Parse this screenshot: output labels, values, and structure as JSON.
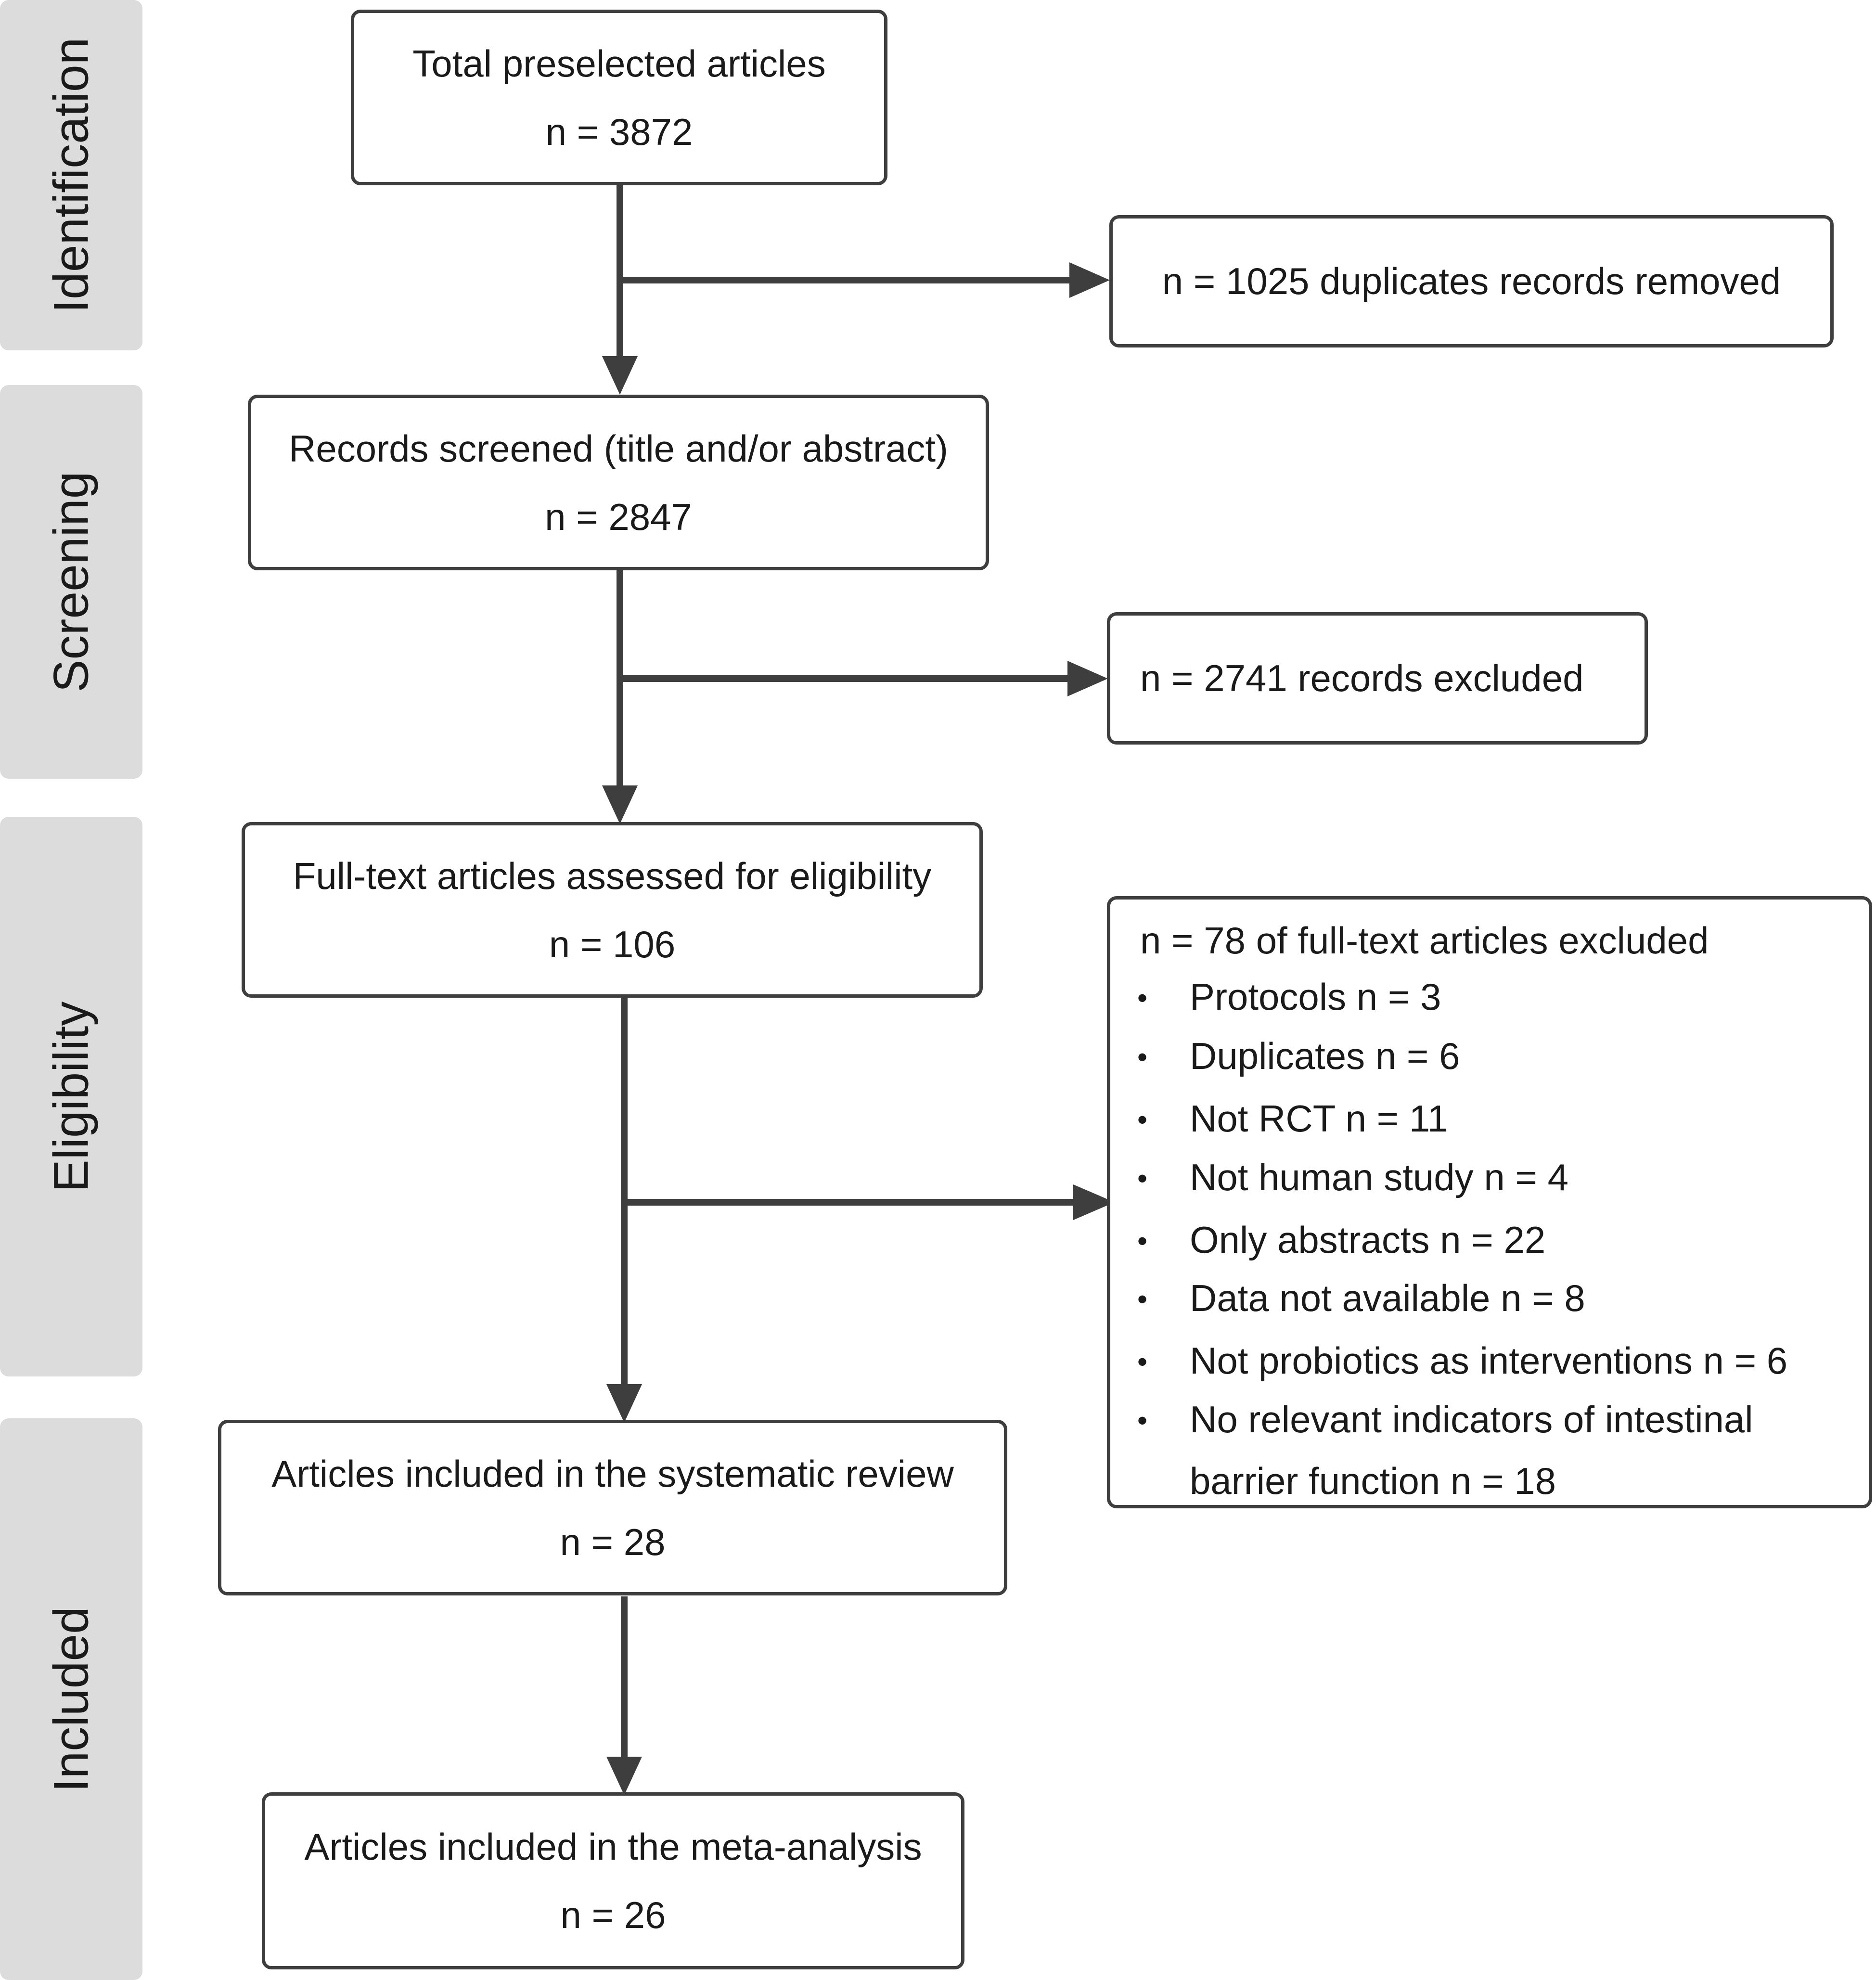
{
  "stages": {
    "identification": "Identification",
    "screening": "Screening",
    "eligibility": "Eligibility",
    "included": "Included"
  },
  "boxes": {
    "preselected": {
      "title": "Total preselected articles",
      "count": "n = 3872"
    },
    "screened": {
      "title": "Records screened (title and/or abstract)",
      "count": "n = 2847"
    },
    "fulltext": {
      "title": "Full-text articles assessed for eligibility",
      "count": "n = 106"
    },
    "systematic": {
      "title": "Articles included in the systematic review",
      "count": "n = 28"
    },
    "meta": {
      "title": "Articles included in the meta-analysis",
      "count": "n = 26"
    }
  },
  "side_boxes": {
    "duplicates": "n = 1025 duplicates records removed",
    "excluded_records": "n = 2741 records excluded",
    "excluded_fulltext": {
      "header": "n = 78 of  full-text articles excluded",
      "bullet_glyph": "•",
      "items": [
        "Protocols n = 3",
        "Duplicates n = 6",
        "Not RCT n = 11",
        "Not human study n = 4",
        "Only abstracts n = 22",
        "Data not available n = 8",
        "Not probiotics as interventions n = 6",
        "No relevant indicators of intestinal",
        "barrier function n = 18"
      ]
    }
  }
}
